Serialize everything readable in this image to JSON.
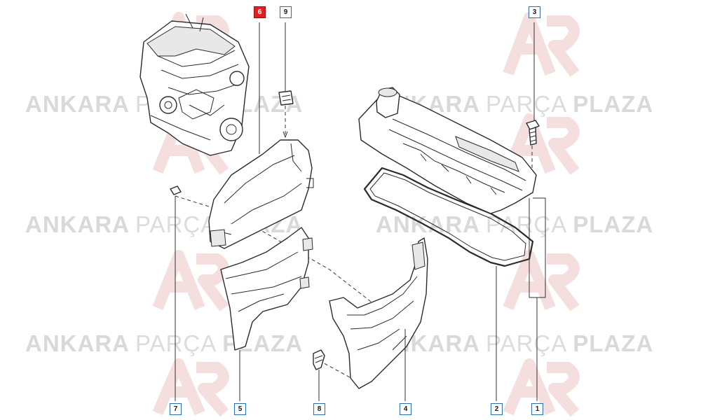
{
  "watermark": {
    "bold_1": "ANKARA",
    "light": "PARÇA",
    "bold_2": "PLAZA"
  },
  "callouts": [
    {
      "id": "6",
      "highlighted": true
    },
    {
      "id": "9",
      "highlighted": false
    },
    {
      "id": "3",
      "highlighted": false
    },
    {
      "id": "7",
      "highlighted": false
    },
    {
      "id": "5",
      "highlighted": false
    },
    {
      "id": "8",
      "highlighted": false
    },
    {
      "id": "4",
      "highlighted": false
    },
    {
      "id": "2",
      "highlighted": false
    },
    {
      "id": "1",
      "highlighted": false
    }
  ],
  "colors": {
    "highlight": "#e02020",
    "callout_border": "#2a6db3",
    "watermark": "#d9d9d9",
    "logo": "#f4dede"
  }
}
